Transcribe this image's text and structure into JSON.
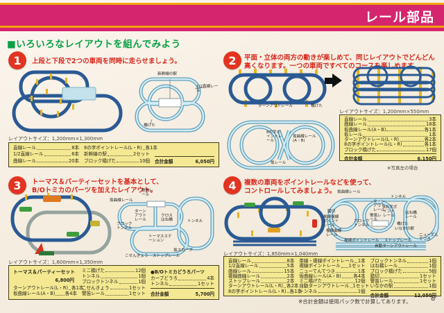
{
  "header": {
    "title": "レール部品"
  },
  "main_heading": "■いろいろなレイアウトを組んでみよう",
  "footer": {
    "note": "※合計金額は使用パック数で計算してあります。",
    "page_number": "8"
  },
  "colors": {
    "header_magenta": "#d5256f",
    "stripe_yellow": "#f0a50a",
    "heading_green": "#0aa045",
    "accent_red": "#d8251a",
    "table_bg": "#f4e992",
    "track_blue": "#2a5a94",
    "schematic_blue": "#d2ecf5",
    "pier_yellow": "#e6b41e"
  },
  "sections": [
    {
      "number": "1",
      "heading_lines": [
        "上段と下段で2つの車両を同時に走らせましょう。"
      ],
      "layout_size": "レイアウトサイズ：1,200mm×1,300mm",
      "diagram_labels": [
        "新幹線の駅",
        "1/2直線レール",
        "橋げた"
      ],
      "table": {
        "col1": [
          {
            "label": "直線レール",
            "value": "8本"
          },
          {
            "label": "1/2直線レール",
            "value": "6本"
          },
          {
            "label": "曲線レール",
            "value": "20本"
          }
        ],
        "col2": [
          {
            "label": "8の字ポイントレール(L・R)",
            "value": "各1本"
          },
          {
            "label": "新幹線の駅",
            "value": "2セット"
          },
          {
            "label": "ブロック橋げた",
            "value": "10個"
          }
        ],
        "total_label": "合計金額",
        "total_value": "6,050円"
      }
    },
    {
      "number": "2",
      "heading_lines": [
        "平面・立体の両方の動きが楽しめて、同じレイアウトでどんどん",
        "高くなります。一つの車両ですべてのコースを楽しめます。"
      ],
      "layout_size": "レイアウトサイズ：1,200mm×550mm",
      "photo_note": "※写真左の場合",
      "diagram_labels": [
        "ターンアウトレール",
        "橋げた",
        "8の字ポイントレール",
        "坂曲線レール(A・B)",
        "坂レール"
      ],
      "table": {
        "rows": [
          {
            "label": "直線レール",
            "value": "3本"
          },
          {
            "label": "曲線レール",
            "value": "18本"
          },
          {
            "label": "坂曲線レール(A・B)",
            "value": "各1本"
          },
          {
            "label": "坂レール",
            "value": "1本"
          },
          {
            "label": "ターンアウトレール(L・R)",
            "value": "各2本"
          },
          {
            "label": "8の字ポイントレール(L・R)",
            "value": "各1本"
          },
          {
            "label": "ブロック橋げた",
            "value": "17個"
          }
        ],
        "total_label": "合計金額",
        "total_value": "6,150円"
      }
    },
    {
      "number": "3",
      "heading_lines": [
        "トーマス＆パーティーセットを基本として、",
        "B/Oトミカのパーツを加えたレイアウト。"
      ],
      "layout_size": "レイアウトサイズ：1,600mm×1,350mm",
      "diagram_labels": [
        "警笛レール",
        "坂曲線レール",
        "ターンアウトレール",
        "クロスはね橋",
        "トンネル",
        "ブロックトンネル",
        "トーマスステーション",
        "坂スロープ",
        "こせんきょう",
        "ストップレール"
      ],
      "table": {
        "set_name": "トーマス＆パーティーセット",
        "set_price": "6,800円",
        "col1": [
          {
            "label": "ターンアウトレール(L・R)",
            "value": "各1本"
          },
          {
            "label": "坂曲線レール(A・B)",
            "value": "各4本"
          }
        ],
        "col2": [
          {
            "label": "ミニ橋げた",
            "value": "12個"
          },
          {
            "label": "トンネル",
            "value": "1個"
          },
          {
            "label": "ブロックトンネル",
            "value": "1個"
          },
          {
            "label": "こせんきょう",
            "value": "1セット"
          },
          {
            "label": "警笛レール",
            "value": "1セット"
          }
        ],
        "col3_header": "●B/Oトミカどうろパーツ",
        "col3": [
          {
            "label": "カーブどうろ",
            "value": "4本"
          },
          {
            "label": "トンネル",
            "value": "1セット"
          }
        ],
        "total_label": "合計金額",
        "total_value": "5,700円"
      }
    },
    {
      "number": "4",
      "heading_lines": [
        "複数の車両をポイントレールなどを使って、",
        "コントロールしてみましょう。"
      ],
      "layout_size": "レイアウトサイズ：1,850mm×1,040mm",
      "diagram_labels": [
        "坂曲線レール",
        "トンネル",
        "ターンアウトレール",
        "踏切",
        "8の字ポイントレール",
        "はね橋レール",
        "単線複線ポイントレール",
        "ブロックトンネル",
        "警笛レール",
        "橋げた",
        "いなかの駅",
        "複線曲線レール",
        "複線ポイントレール",
        "ストップレール",
        "自動ターンアウトレール",
        "ニューてんてつき"
      ],
      "table": {
        "col1": [
          {
            "label": "直線レール",
            "value": "8本"
          },
          {
            "label": "1/2直線レール",
            "value": "5本"
          },
          {
            "label": "曲線レール",
            "value": "15本"
          },
          {
            "label": "複線曲線レール",
            "value": "2本"
          },
          {
            "label": "ストップレール",
            "value": "2本"
          },
          {
            "label": "ターンアウトレール(L・R)",
            "value": "各2本"
          },
          {
            "label": "8の字ポイントレール(L・R)",
            "value": "各1本"
          }
        ],
        "col2": [
          {
            "label": "単線・複線ポイントレール",
            "value": "1本"
          },
          {
            "label": "複線ポイントレール",
            "value": "1セット"
          },
          {
            "label": "ニューてんてつき",
            "value": "1本"
          },
          {
            "label": "坂曲線レール(A・B)",
            "value": "各4本"
          },
          {
            "label": "ミニ橋げた",
            "value": "12個"
          },
          {
            "label": "自動ターンアウトレール",
            "value": "1セット"
          },
          {
            "label": "トンネル",
            "value": "1個"
          }
        ],
        "col3": [
          {
            "label": "ブロックトンネル",
            "value": "1個"
          },
          {
            "label": "はね橋レール",
            "value": "1個"
          },
          {
            "label": "ブロック橋げた",
            "value": "5個"
          },
          {
            "label": "踏切",
            "value": "1セット"
          },
          {
            "label": "警笛レール",
            "value": "1セット"
          },
          {
            "label": "いなかの駅",
            "value": "1個"
          }
        ],
        "total_label": "合計金額",
        "total_value": "12,050円"
      }
    }
  ]
}
